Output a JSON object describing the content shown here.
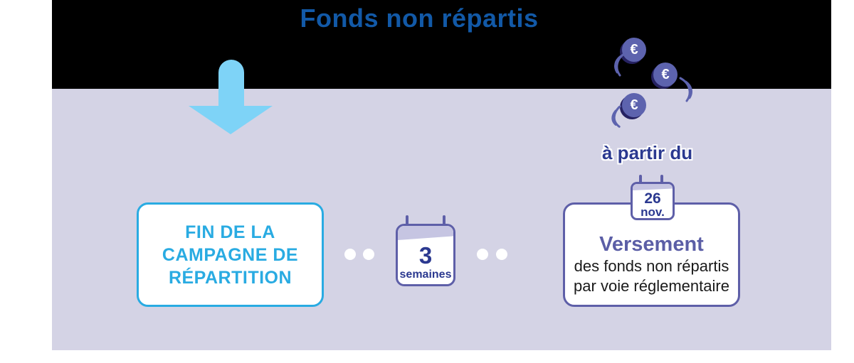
{
  "colors": {
    "band_background": "#000000",
    "panel_background": "#d4d3e5",
    "title_blue": "#1259a7",
    "cyan_accent": "#29abe2",
    "arrow_blue": "#7ed3f7",
    "dark_blue_text": "#2b3990",
    "purple_accent": "#5e5fa8",
    "coin_fill": "#5d63ae",
    "coin_shadow": "#262262",
    "calendar_header": "#c6c5e2",
    "body_text": "#1a1a1a"
  },
  "header": {
    "title": "Fonds non répartis"
  },
  "flow": {
    "left_box": {
      "line1": "FIN DE LA",
      "line2": "CAMPAGNE DE",
      "line3": "RÉPARTITION"
    },
    "duration_calendar": {
      "number": "3",
      "unit": "semaines"
    },
    "date_prefix": "à partir du",
    "date_calendar": {
      "day": "26",
      "month": "nov."
    },
    "right_box": {
      "heading": "Versement",
      "line1": "des fonds non répartis",
      "line2": "par voie réglementaire"
    },
    "euro_symbol": "€"
  }
}
